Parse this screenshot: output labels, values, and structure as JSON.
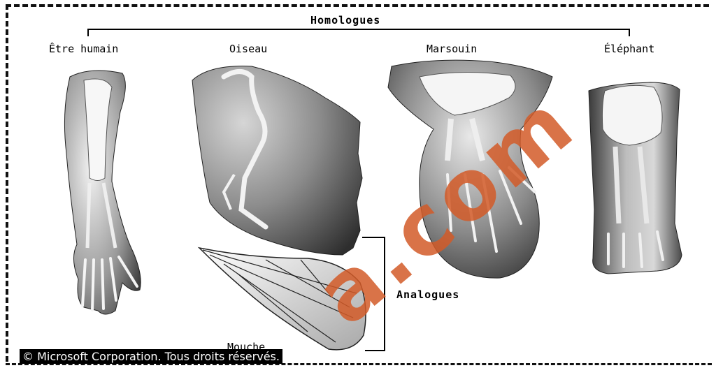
{
  "diagram": {
    "title": "Homologues",
    "species": [
      {
        "id": "human",
        "label": "Être humain"
      },
      {
        "id": "bird",
        "label": "Oiseau"
      },
      {
        "id": "porpoise",
        "label": "Marsouin"
      },
      {
        "id": "elephant",
        "label": "Éléphant"
      }
    ],
    "analogues_label": "Analogues",
    "fly_label": "Mouche",
    "copyright": "© Microsoft Corporation. Tous droits réservés.",
    "watermark": "a.com"
  },
  "colors": {
    "watermark": "#d25a28",
    "line": "#000000"
  }
}
